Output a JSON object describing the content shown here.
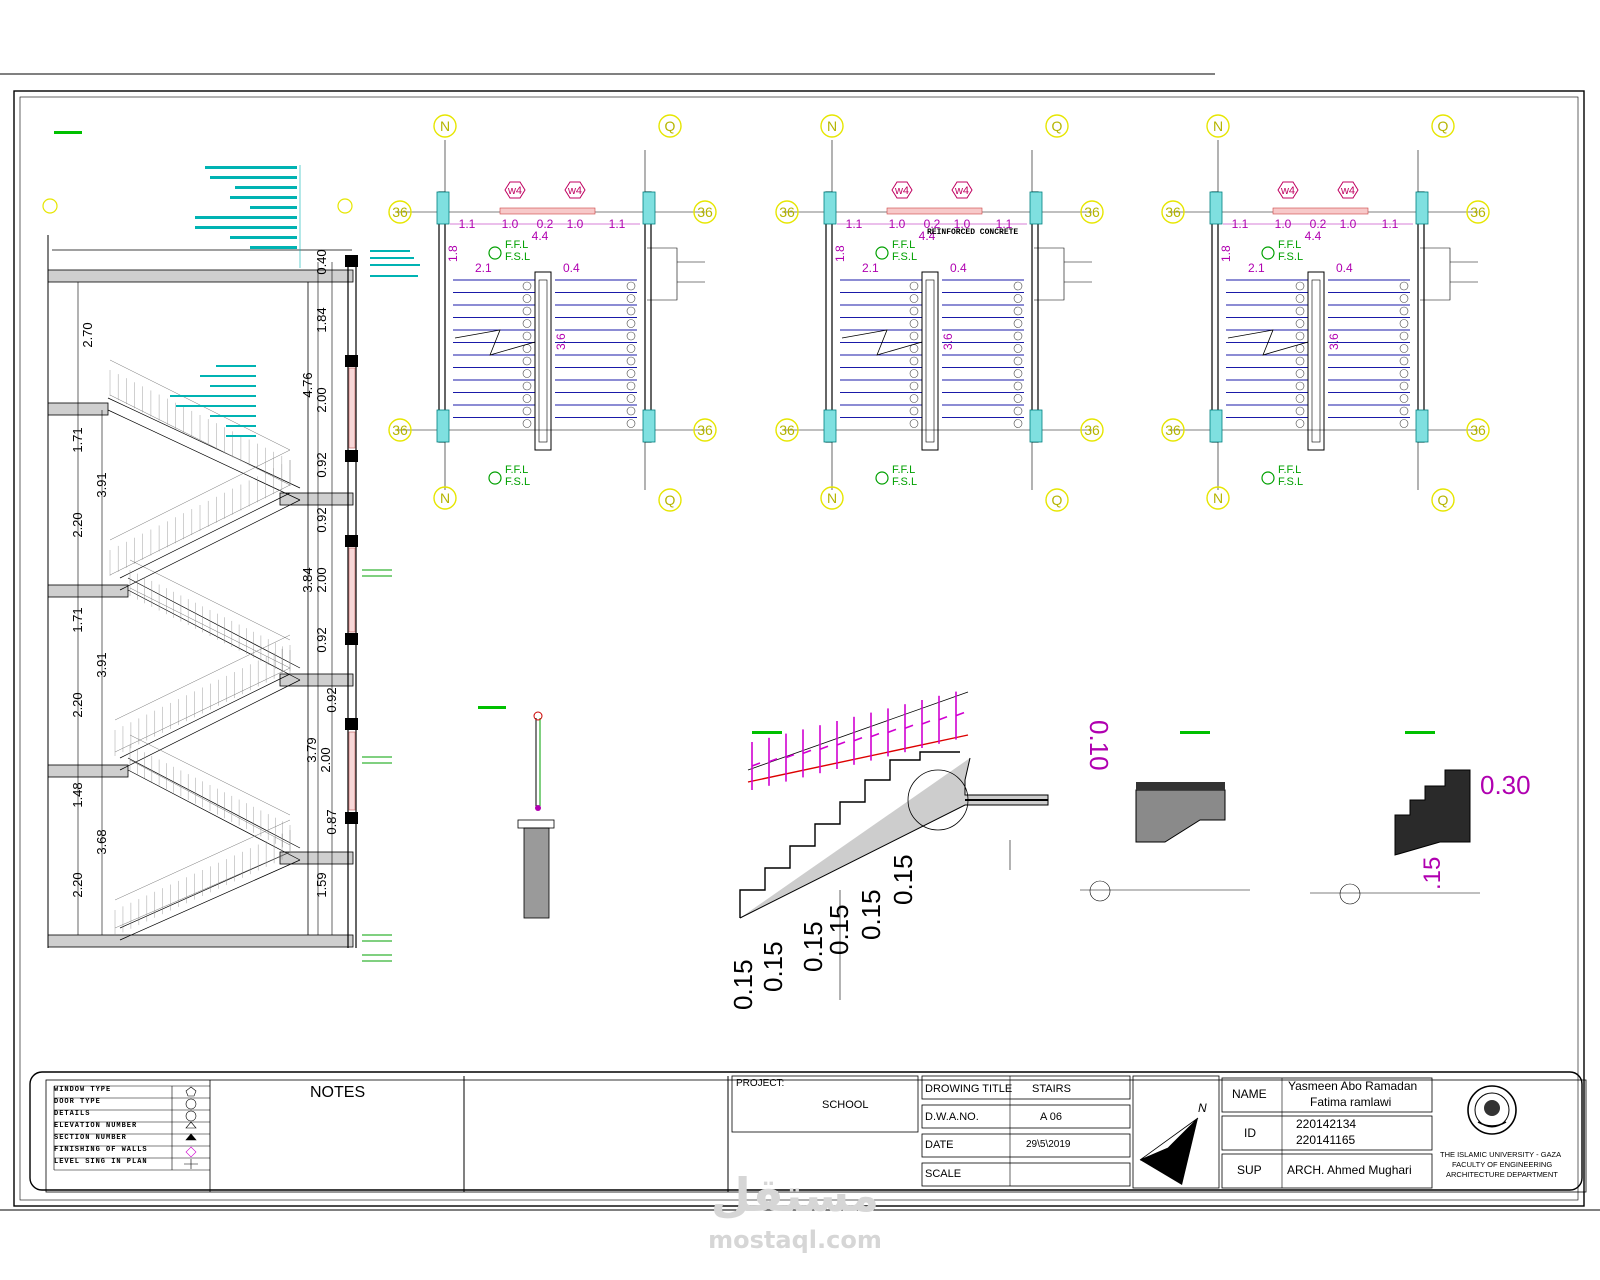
{
  "drawing": {
    "grid_labels": {
      "n": "N",
      "q": "Q",
      "a": "36",
      "b": "36"
    },
    "plan_labels": {
      "ffl": "F.F.L",
      "fsl": "F.S.L",
      "window": "w4"
    },
    "plan_dims": {
      "d1": "1.1",
      "d2": "1.0",
      "d3": "0.2",
      "d4": "1.0",
      "d5": "1.1",
      "total": "4.4",
      "left": "1.8",
      "land": "2.1",
      "gap": "0.4",
      "run": "3.6"
    },
    "plan2_note": "REINFORCED CONCRETE",
    "section": {
      "left_dims": [
        "2.70",
        "1.71",
        "3.91",
        "2.20",
        "1.71",
        "3.91",
        "2.20",
        "1.48",
        "3.68",
        "2.20"
      ],
      "right_dims": [
        "0.40",
        "1.84",
        "4.76",
        "2.00",
        "0.92",
        "0.92",
        "3.84",
        "2.00",
        "0.92",
        "0.92",
        "3.79",
        "2.00",
        "0.87",
        "1.59"
      ]
    },
    "detail_dims": {
      "tread_a": "0.10",
      "tread_b": "0.30",
      "tread_c": ".15",
      "riser": "0.15"
    }
  },
  "title_block": {
    "legend": [
      "WINDOW TYPE",
      "DOOR TYPE",
      "DETAILS",
      "ELEVATION NUMBER",
      "SECTION NUMBER",
      "FINISHING OF WALLS",
      "LEVEL SING IN PLAN"
    ],
    "notes_label": "NOTES",
    "project_label": "PROJECT:",
    "project_value": "SCHOOL",
    "drawing_title_label": "DROWING TITLE",
    "drawing_title_value": "STAIRS",
    "dwg_no_label": "D.W.A.NO.",
    "dwg_no_value": "A 06",
    "date_label": "DATE",
    "date_value": "29\\5\\2019",
    "scale_label": "SCALE",
    "north_label": "N",
    "name_label": "NAME",
    "name_1": "Yasmeen Abo Ramadan",
    "name_2": "Fatima ramlawi",
    "id_label": "ID",
    "id_1": "220142134",
    "id_2": "220141165",
    "sup_label": "SUP",
    "sup_value": "ARCH. Ahmed Mughari",
    "uni_1": "THE ISLAMIC UNIVERSITY - GAZA",
    "uni_2": "FACULTY OF ENGINEERING",
    "uni_3": "ARCHITECTURE DEPARTMENT"
  },
  "watermark": {
    "arabic": "مستقل",
    "latin": "mostaql.com"
  },
  "colors": {
    "grid_bubble": "#e6e600",
    "dim_text": "#b000b0",
    "stair_line": "#1a1aa8",
    "annot": "#00b3b3",
    "level_mark": "#00a000"
  }
}
